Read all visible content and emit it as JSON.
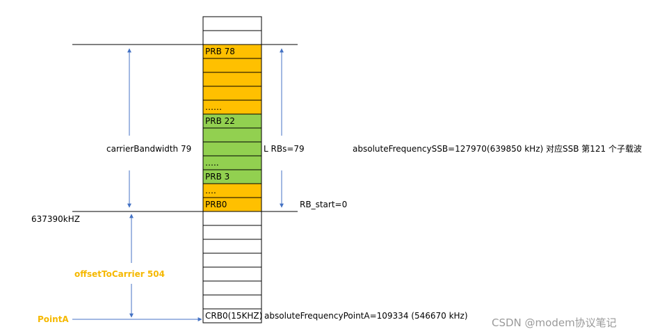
{
  "colors": {
    "orange": "#ffc000",
    "green": "#92d050",
    "white": "#ffffff",
    "arrow": "#4472c4",
    "label_orange": "#f5b800"
  },
  "grid": {
    "cells": [
      {
        "fill": "white",
        "label": ""
      },
      {
        "fill": "white",
        "label": ""
      },
      {
        "fill": "orange",
        "label": "PRB 78"
      },
      {
        "fill": "orange",
        "label": ""
      },
      {
        "fill": "orange",
        "label": ""
      },
      {
        "fill": "orange",
        "label": ""
      },
      {
        "fill": "orange",
        "label": "……"
      },
      {
        "fill": "green",
        "label": "PRB 22"
      },
      {
        "fill": "green",
        "label": ""
      },
      {
        "fill": "green",
        "label": ""
      },
      {
        "fill": "green",
        "label": "….."
      },
      {
        "fill": "green",
        "label": "PRB 3"
      },
      {
        "fill": "orange",
        "label": "…."
      },
      {
        "fill": "orange",
        "label": "PRB0"
      },
      {
        "fill": "white",
        "label": ""
      },
      {
        "fill": "white",
        "label": ""
      },
      {
        "fill": "white",
        "label": ""
      },
      {
        "fill": "white",
        "label": ""
      },
      {
        "fill": "white",
        "label": ""
      },
      {
        "fill": "white",
        "label": ""
      },
      {
        "fill": "white",
        "label": ""
      },
      {
        "fill": "white",
        "label": "CRB0(15KHZ)"
      }
    ]
  },
  "labels": {
    "carrier_bandwidth": "carrierBandwidth 79",
    "l_rbs": "L RBs=79",
    "ssb": "absoluteFrequencySSB=127970(639850 kHz) 对应SSB 第121 个子载波",
    "rb_start": "RB_start=0",
    "freq_637390": "637390kHZ",
    "offset_to_carrier": "offsetToCarrier 504",
    "point_a": "PointA",
    "point_a_freq": "absoluteFrequencyPointA=109334 (546670 kHz)",
    "watermark": "CSDN @modem协议笔记"
  }
}
